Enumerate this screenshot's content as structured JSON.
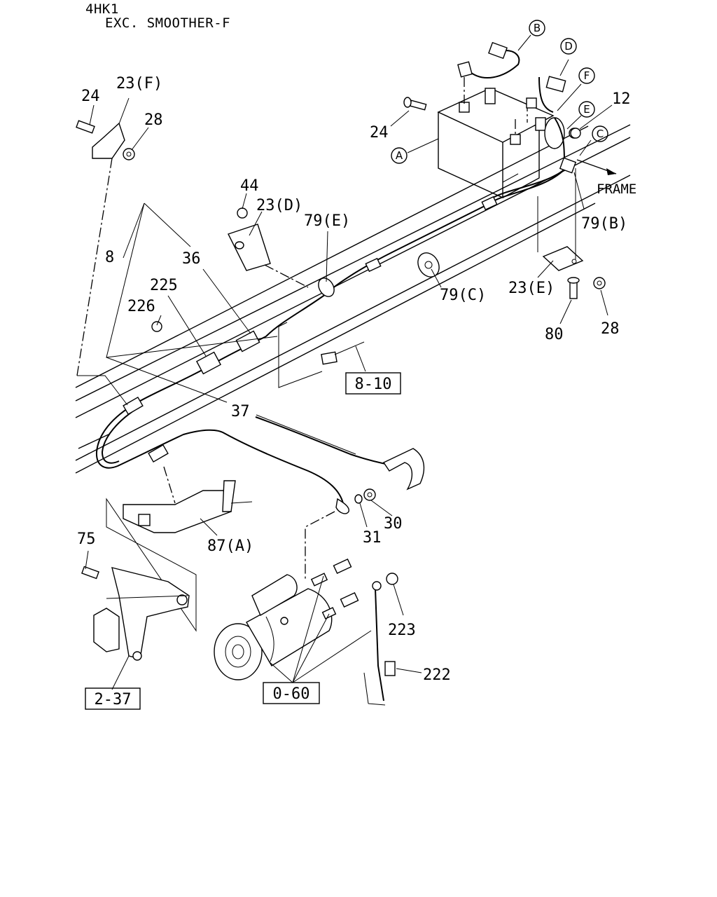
{
  "header": {
    "engine": "4HK1",
    "variant": "EXC. SMOOTHER-F"
  },
  "frame_label": "FRAME",
  "callout_letters": {
    "A": "A",
    "B": "B",
    "C": "C",
    "D": "D",
    "E": "E",
    "F": "F"
  },
  "part_labels": {
    "p24_top": "24",
    "p23F": "23(F)",
    "p28_top": "28",
    "p24_right": "24",
    "p12": "12",
    "p44": "44",
    "p23D": "23(D)",
    "p79E": "79(E)",
    "p79B": "79(B)",
    "p8": "8",
    "p36": "36",
    "p225": "225",
    "p226": "226",
    "p79C": "79(C)",
    "p23E": "23(E)",
    "p80": "80",
    "p28_right": "28",
    "p37": "37",
    "p87A": "87(A)",
    "p30": "30",
    "p31": "31",
    "p75": "75",
    "p223": "223",
    "p222": "222"
  },
  "references": {
    "r8_10": "8-10",
    "r2_37": "2-37",
    "r0_60": "0-60"
  }
}
